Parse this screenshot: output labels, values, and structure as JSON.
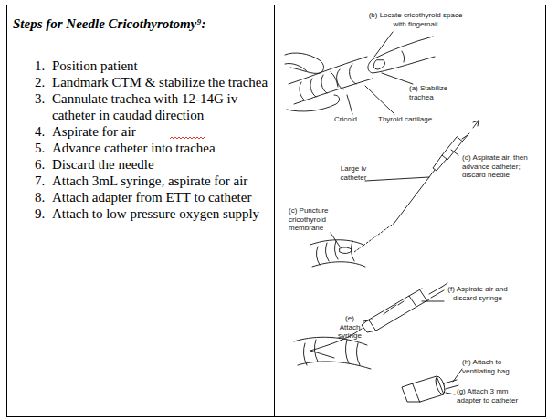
{
  "diagram": {
    "title": "Steps for Needle Cricothyrotomy⁹:",
    "labels": [
      "1.",
      "Position patient",
      "2.",
      "Landmark CTM & stabilize the trachea",
      "3.",
      "Cannulate trachea with 12-14G iv catheter in caudad direction",
      "4.",
      "Aspirate for air",
      "5.",
      "Advance catheter into trachea",
      "6.",
      "Discard the needle",
      "7.",
      "Attach 3mL syringe, aspirate for air",
      "8.",
      "Attach adapter from ETT to catheter",
      "9.",
      "Attach to low pressure oxygen supply",
      "(b) Locate cricothyroid space with fingernail",
      "(a) Stabilize trachea",
      "Cricoid",
      "Thyroid cartilage",
      "Large iv catheter",
      "(d) Aspirate air, then advance catheter; discard needle",
      "(c) Puncture cricothyroid membrane",
      "(f) Aspirate air and discard syringe",
      "(e) Attach syringe",
      "(h) Attach to ventilating bag",
      "(g) Attach 3 mm adapter to catheter"
    ]
  }
}
